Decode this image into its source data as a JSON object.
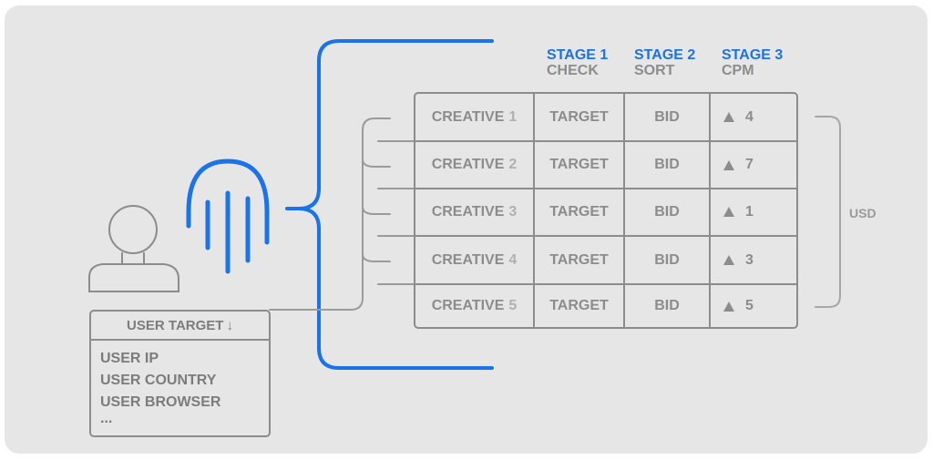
{
  "stages": [
    {
      "title": "STAGE 1",
      "subtitle": "CHECK"
    },
    {
      "title": "STAGE 2",
      "subtitle": "SORT"
    },
    {
      "title": "STAGE 3",
      "subtitle": "CPM"
    }
  ],
  "rows": [
    {
      "creative": "CREATIVE",
      "index": "1",
      "target": "TARGET",
      "bid": "BID",
      "cpm": "4"
    },
    {
      "creative": "CREATIVE",
      "index": "2",
      "target": "TARGET",
      "bid": "BID",
      "cpm": "7"
    },
    {
      "creative": "CREATIVE",
      "index": "3",
      "target": "TARGET",
      "bid": "BID",
      "cpm": "1"
    },
    {
      "creative": "CREATIVE",
      "index": "4",
      "target": "TARGET",
      "bid": "BID",
      "cpm": "3"
    },
    {
      "creative": "CREATIVE",
      "index": "5",
      "target": "TARGET",
      "bid": "BID",
      "cpm": "5"
    }
  ],
  "currency": "USD",
  "user_target": {
    "header": "USER TARGET",
    "header_icon": "arrow-down-icon",
    "items": [
      "USER IP",
      "USER COUNTRY",
      "USER BROWSER",
      "..."
    ]
  },
  "icons": {
    "user": "user-icon",
    "fingerprint": "fingerprint-icon",
    "cpm_marker": "triangle-icon"
  },
  "colors": {
    "accent": "#1a73e8",
    "line": "#8c8c8c",
    "panel": "#e6e6e6"
  }
}
